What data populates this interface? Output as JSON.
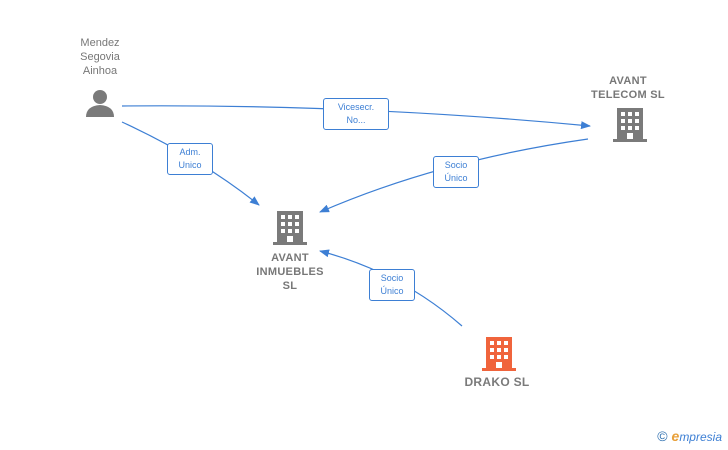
{
  "nodes": {
    "person": {
      "label": "Mendez\nSegovia\nAinhoa",
      "icon": "person-icon"
    },
    "telecom": {
      "label": "AVANT\nTELECOM  SL",
      "icon": "building-icon"
    },
    "inmuebles": {
      "label": "AVANT\nINMUEBLES\nSL",
      "icon": "building-icon"
    },
    "drako": {
      "label": "DRAKO  SL",
      "icon": "building-icon"
    }
  },
  "edges": {
    "vicesecr": "Vicesecr.\nNo...",
    "adm": "Adm.\nUnico",
    "socio_telecom": "Socio\nÚnico",
    "socio_drako": "Socio\nÚnico"
  },
  "colors": {
    "edge": "#3d7fd4",
    "node": "#7a7a7a",
    "highlight": "#f0643c"
  },
  "brand": {
    "copyright": "©",
    "e": "e",
    "rest": "mpresia"
  }
}
